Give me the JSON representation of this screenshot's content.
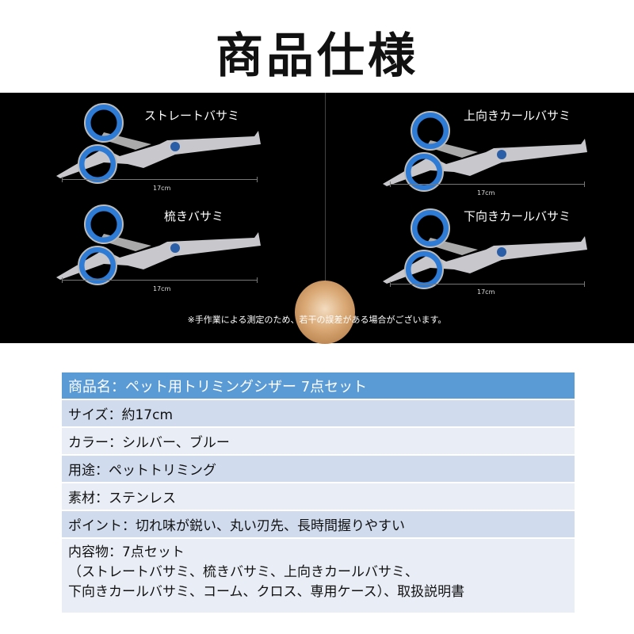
{
  "title": "商品仕様",
  "gallery": {
    "items": [
      {
        "label": "ストレートバサミ",
        "size": "17cm"
      },
      {
        "label": "梳きバサミ",
        "size": "17cm"
      },
      {
        "label": "上向きカールバサミ",
        "size": "17cm"
      },
      {
        "label": "下向きカールバサミ",
        "size": "17cm"
      }
    ],
    "note": "※手作業による測定のため、若干の誤差がある場合がございます。"
  },
  "colors": {
    "header": "#5b9bd5",
    "row_dark": "#d0dcee",
    "row_light": "#e9eef6",
    "ring": "#2e7bd6"
  },
  "spec": {
    "rows": [
      "商品名：ペット用トリミングシザー 7点セット",
      "サイズ：約17cm",
      "カラー：シルバー、ブルー",
      "用途：ペットトリミング",
      "素材：ステンレス",
      "ポイント：切れ味が鋭い、丸い刃先、長時間握りやすい"
    ],
    "contents": [
      "内容物：7点セット",
      "（ストレートバサミ、梳きバサミ、上向きカールバサミ、",
      "下向きカールバサミ、コーム、クロス、専用ケース）、取扱説明書"
    ]
  }
}
